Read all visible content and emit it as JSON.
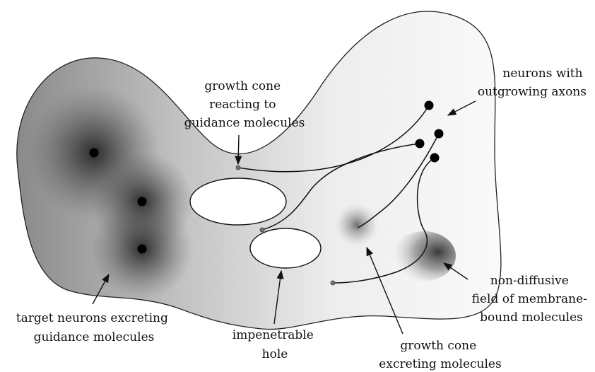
{
  "labels": {
    "growth_cone_reacting": [
      "growth cone",
      "reacting to",
      "guidance molecules"
    ],
    "neurons_outgrowing": [
      "neurons with",
      "outgrowing axons"
    ],
    "target_neurons": [
      "target neurons excreting",
      "guidance molecules"
    ],
    "impenetrable_hole": [
      "impenetrable",
      "hole"
    ],
    "growth_cone_excreting": [
      "growth cone",
      "excreting molecules"
    ],
    "non_diffusive": [
      "non-diffusive",
      "field of membrane-",
      "bound molecules"
    ]
  }
}
